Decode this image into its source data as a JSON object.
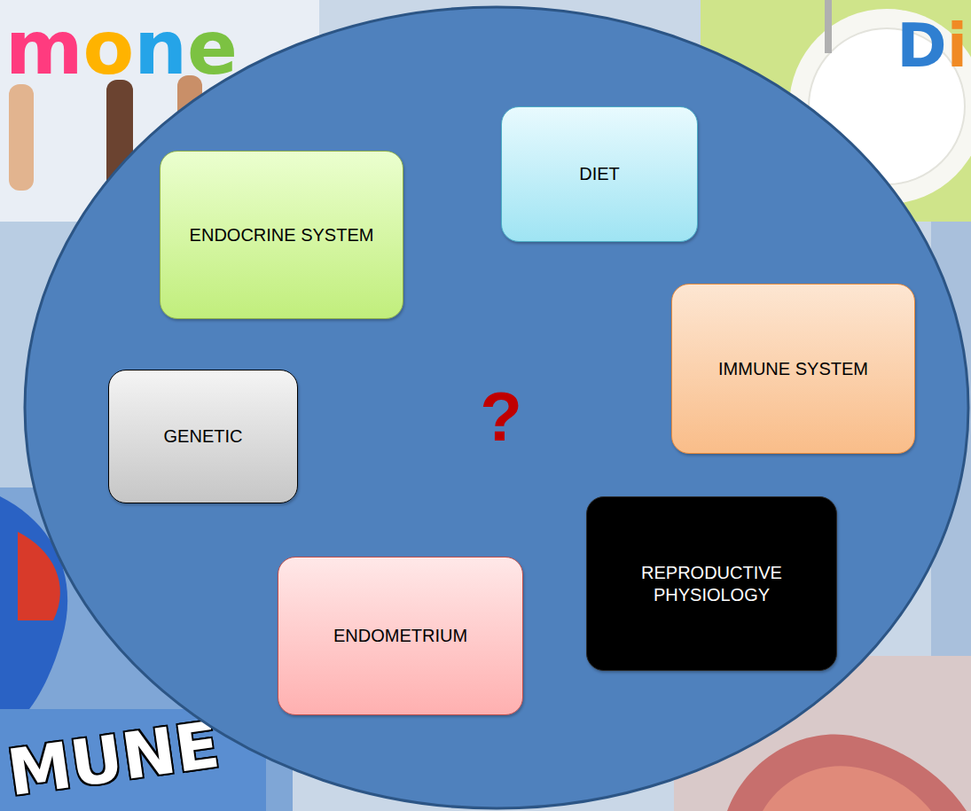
{
  "diagram": {
    "nodes": [
      {
        "text": [
          "?"
        ]
      },
      {
        "text": [
          "DIET"
        ],
        "in": 0
      },
      {
        "text": [
          "ENDOCRINE SYSTEM"
        ],
        "in": 0
      },
      {
        "text": [
          "IMMUNE SYSTEM"
        ],
        "in": 0
      },
      {
        "text": [
          "GENETIC"
        ],
        "in": 0
      },
      {
        "text": [
          "REPRODUCTIVE PHYSIOLOGY"
        ],
        "in": 0
      },
      {
        "text": [
          "ENDOMETRIUM"
        ],
        "in": 0
      }
    ],
    "labels": [
      "mone",
      "Di",
      "MUNE"
    ]
  }
}
